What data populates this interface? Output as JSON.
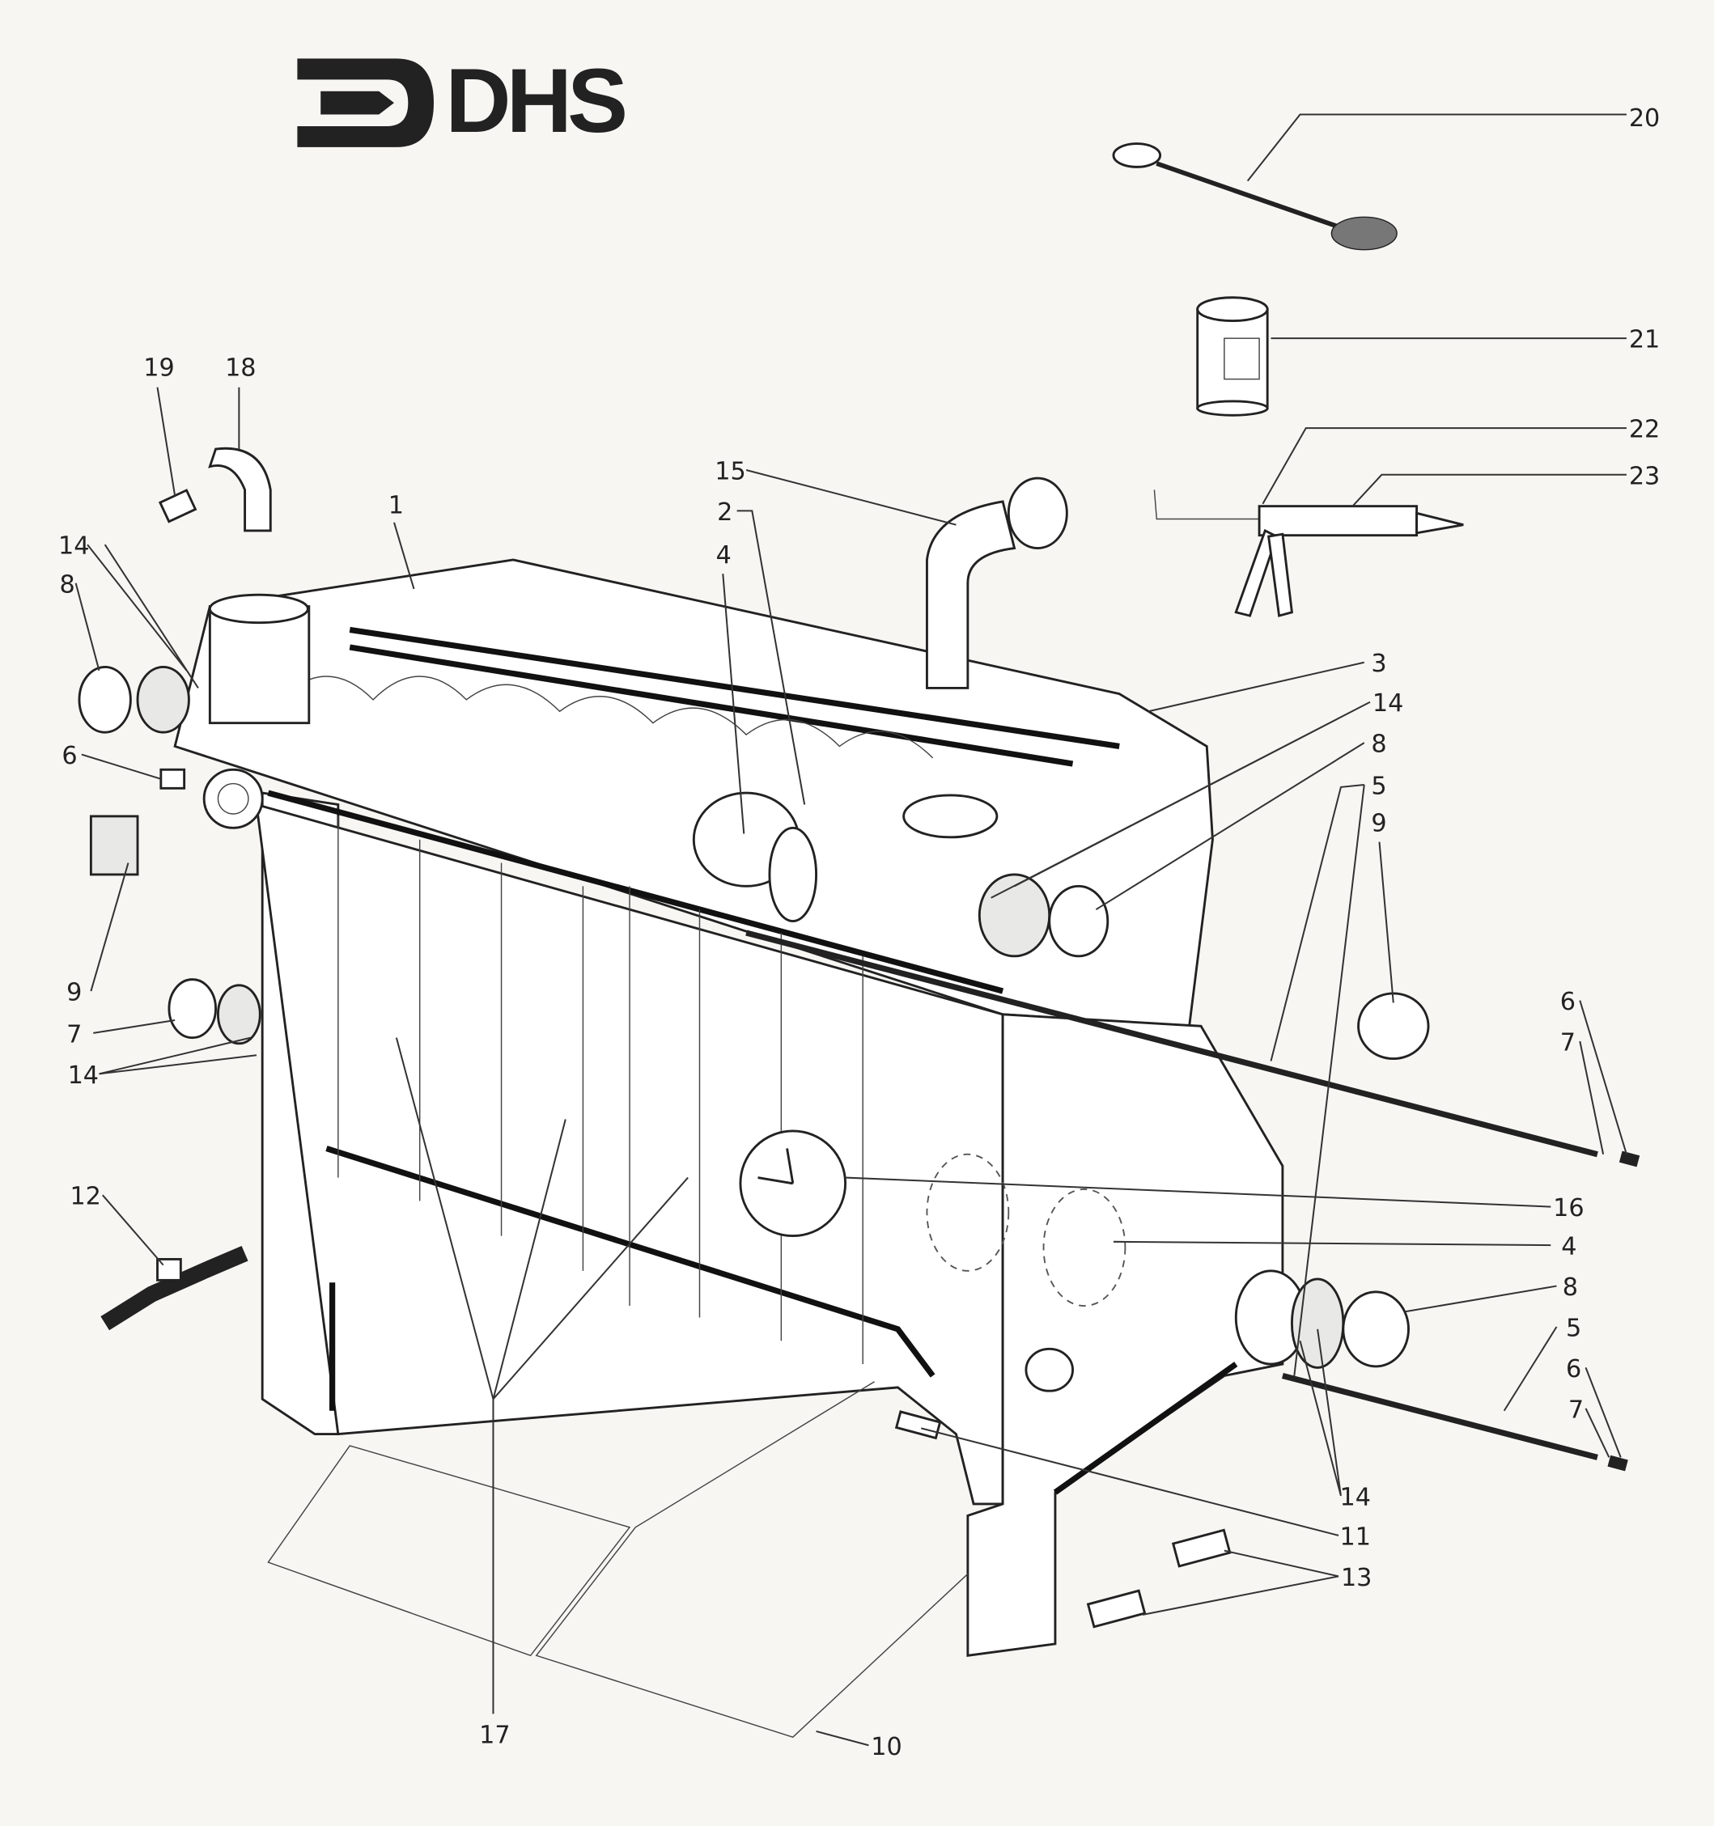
{
  "logo": {
    "text": "DHS"
  },
  "callouts": [
    "20",
    "21",
    "22",
    "23",
    "19",
    "18",
    "1",
    "15",
    "2",
    "4",
    "14",
    "8",
    "3",
    "14",
    "8",
    "5",
    "9",
    "6",
    "9",
    "7",
    "14",
    "6",
    "7",
    "12",
    "16",
    "4",
    "8",
    "5",
    "6",
    "7",
    "14",
    "11",
    "13",
    "17",
    "10"
  ]
}
